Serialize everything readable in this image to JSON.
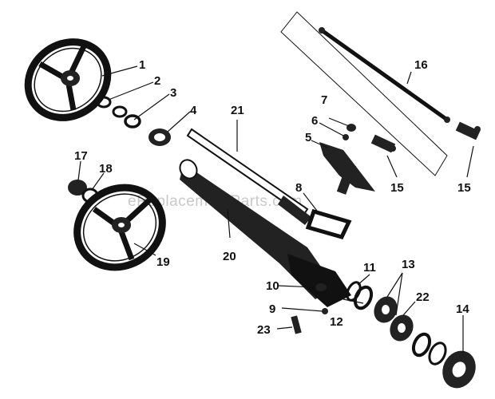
{
  "watermark": "eReplacementParts.com",
  "callouts": [
    {
      "id": "c1",
      "text": "1"
    },
    {
      "id": "c2",
      "text": "2"
    },
    {
      "id": "c3",
      "text": "3"
    },
    {
      "id": "c4",
      "text": "4"
    },
    {
      "id": "c5",
      "text": "5"
    },
    {
      "id": "c6",
      "text": "6"
    },
    {
      "id": "c7",
      "text": "7"
    },
    {
      "id": "c8",
      "text": "8"
    },
    {
      "id": "c9",
      "text": "9"
    },
    {
      "id": "c10",
      "text": "10"
    },
    {
      "id": "c11",
      "text": "11"
    },
    {
      "id": "c12",
      "text": "12"
    },
    {
      "id": "c13",
      "text": "13"
    },
    {
      "id": "c14",
      "text": "14"
    },
    {
      "id": "c15a",
      "text": "15"
    },
    {
      "id": "c15b",
      "text": "15"
    },
    {
      "id": "c16",
      "text": "16"
    },
    {
      "id": "c17",
      "text": "17"
    },
    {
      "id": "c18",
      "text": "18"
    },
    {
      "id": "c19",
      "text": "19"
    },
    {
      "id": "c20",
      "text": "20"
    },
    {
      "id": "c21",
      "text": "21"
    },
    {
      "id": "c22",
      "text": "22"
    },
    {
      "id": "c23",
      "text": "23"
    }
  ]
}
